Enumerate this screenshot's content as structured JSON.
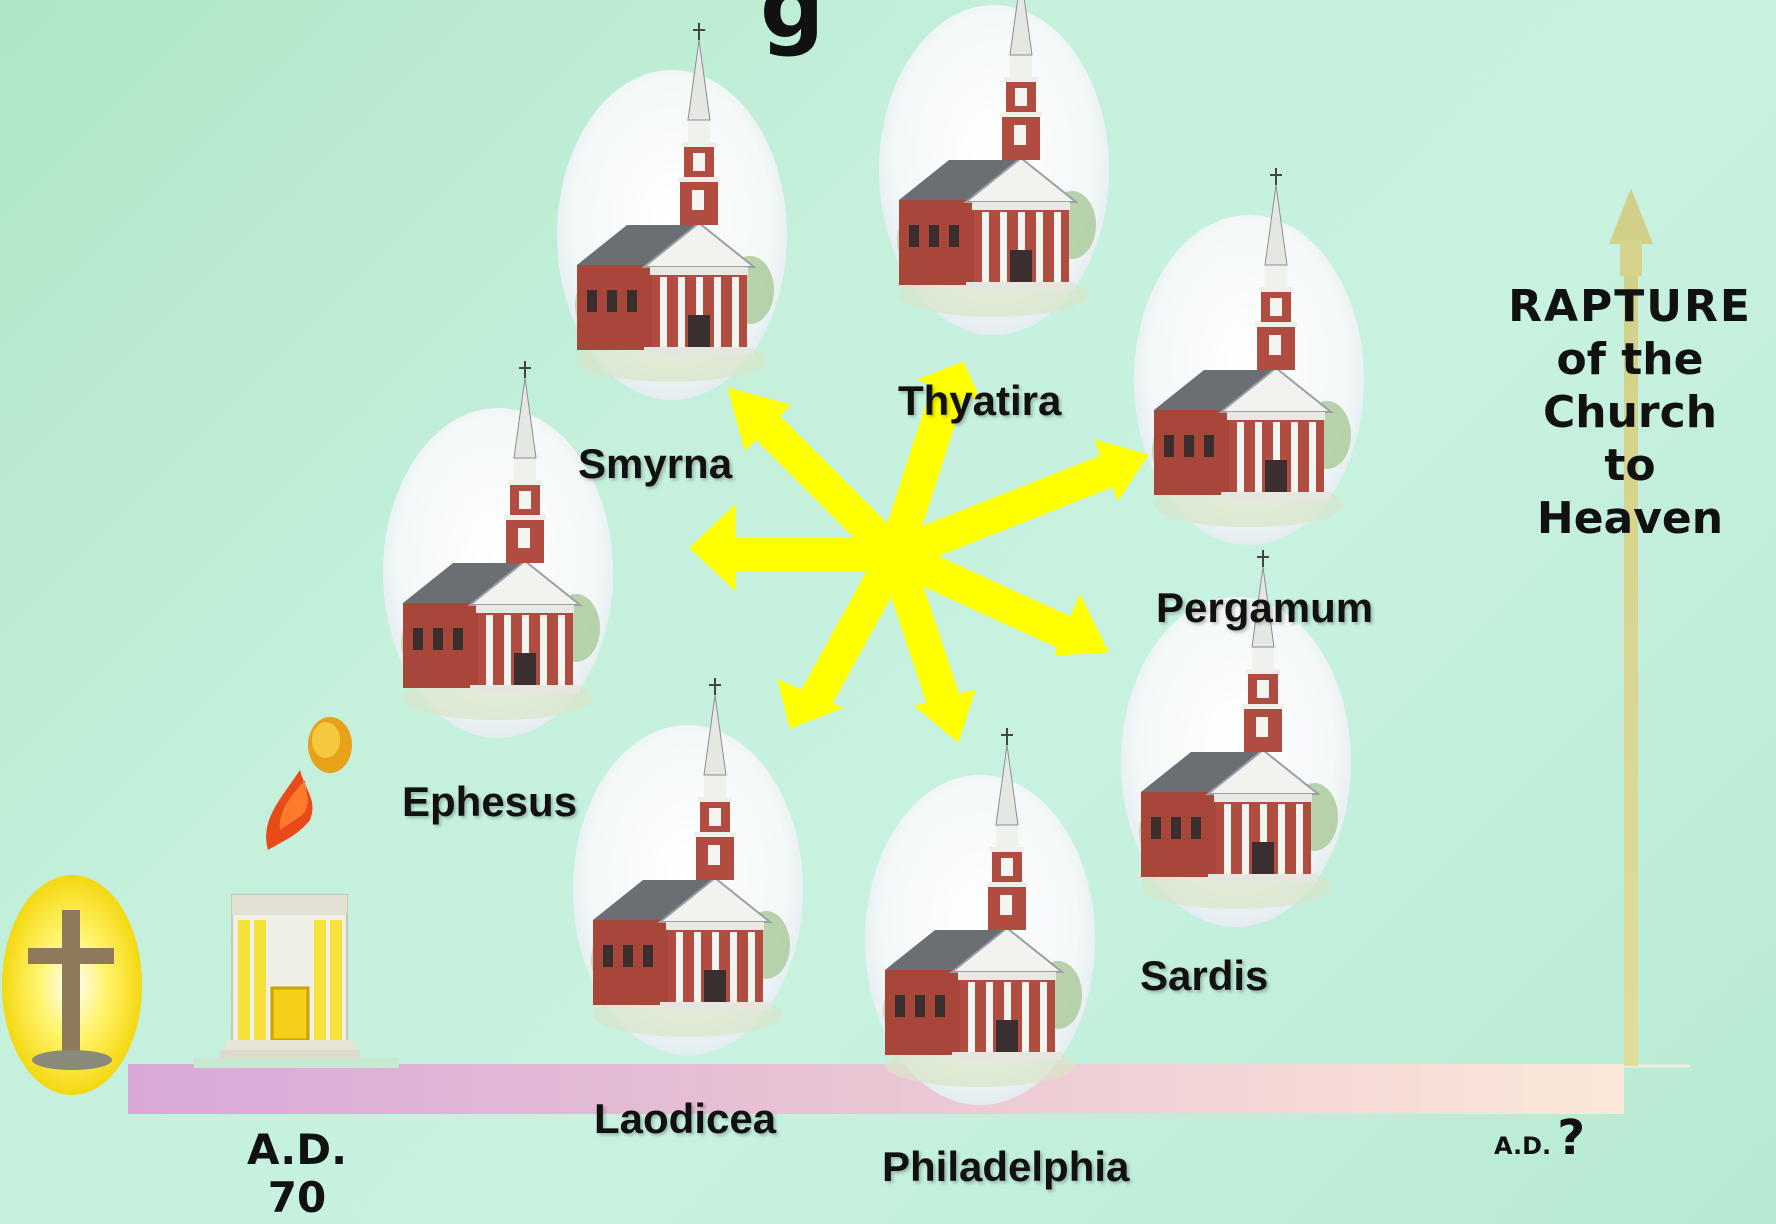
{
  "title_fragment": "g",
  "churches": [
    {
      "name": "Ephesus"
    },
    {
      "name": "Smyrna"
    },
    {
      "name": "Thyatira"
    },
    {
      "name": "Pergamum"
    },
    {
      "name": "Sardis"
    },
    {
      "name": "Philadelphia"
    },
    {
      "name": "Laodicea"
    }
  ],
  "rapture": {
    "line1": "RAPTURE",
    "line2": "of the",
    "line3": "Church",
    "line4": "to",
    "line5": "Heaven"
  },
  "timeline": {
    "start_label_1": "A.D.",
    "start_label_2": "70",
    "end_label": "A.D.",
    "end_mark": "?"
  },
  "colors": {
    "arrows": "#ffff00",
    "rapture_arrow": "#d8d68a",
    "timeline_start": "#d9a8d8",
    "timeline_end": "#fbe6d6"
  },
  "icons": [
    "cross-icon",
    "temple-icon",
    "fire-icon",
    "church-icon"
  ]
}
